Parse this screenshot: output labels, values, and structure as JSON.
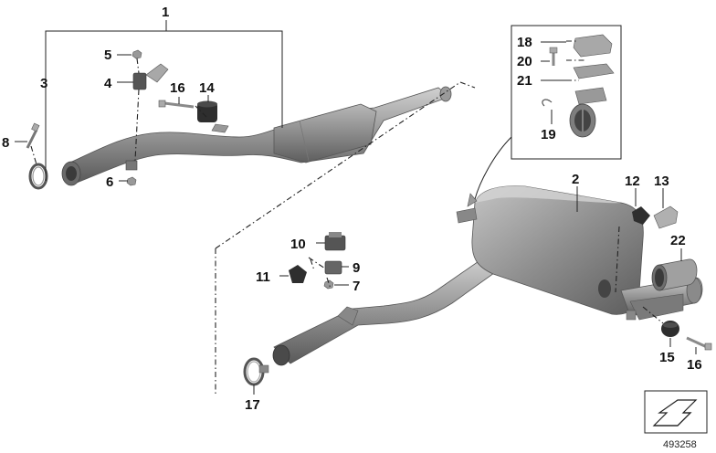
{
  "callouts": {
    "c1": "1",
    "c2": "2",
    "c3": "3",
    "c4": "4",
    "c5": "5",
    "c6": "6",
    "c7": "7",
    "c8": "8",
    "c9": "9",
    "c10": "10",
    "c11": "11",
    "c12": "12",
    "c13": "13",
    "c14": "14",
    "c15": "15",
    "c16a": "16",
    "c16b": "16",
    "c17": "17",
    "c18": "18",
    "c19": "19",
    "c20": "20",
    "c21": "21",
    "c22": "22"
  },
  "reference_number": "493258",
  "colors": {
    "pipe": "#8a8a8a",
    "pipe_dark": "#5e5e5e",
    "pipe_light": "#bdbdbd",
    "rubber": "#2e2e2e"
  }
}
